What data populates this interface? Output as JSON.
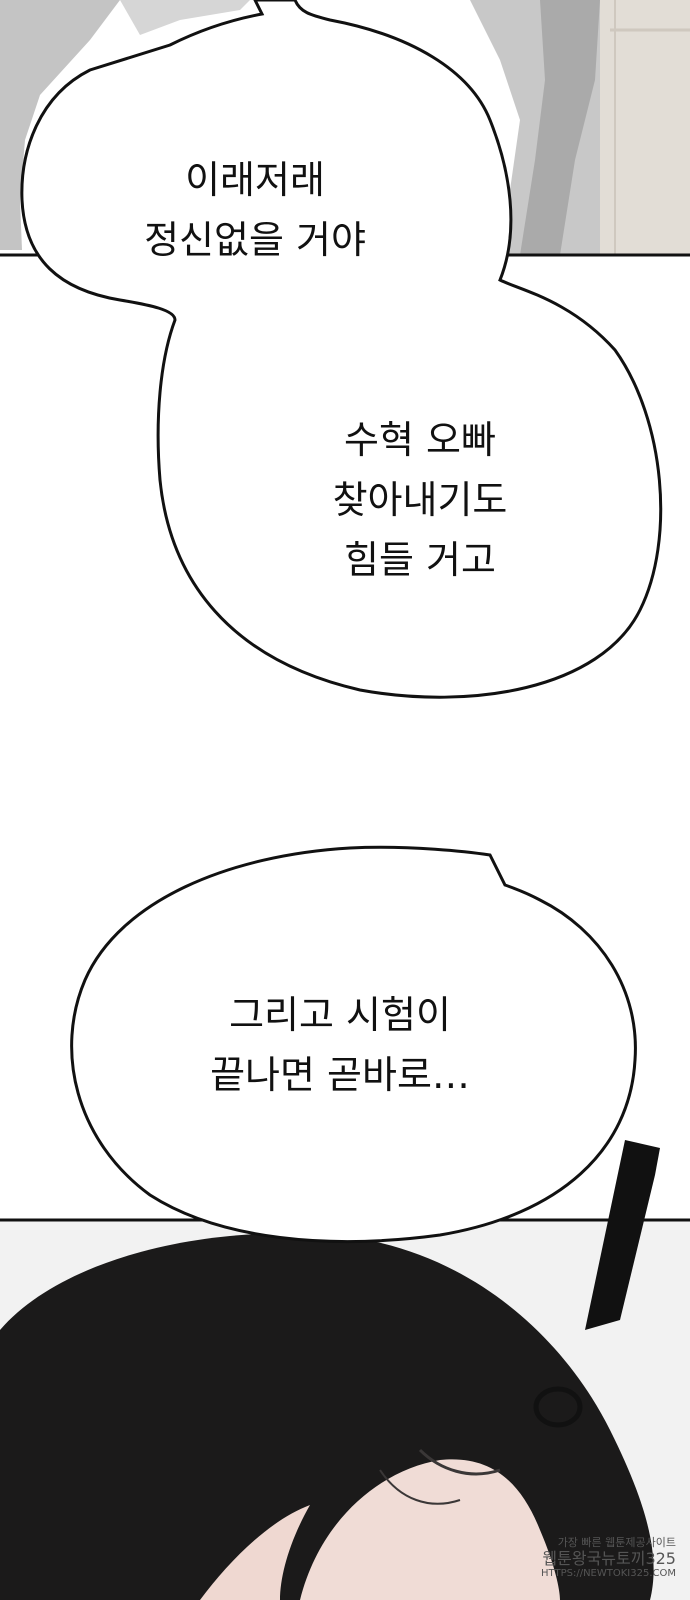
{
  "colors": {
    "background": "#ffffff",
    "panel_gray": "#bdbdbd",
    "hair_black": "#1b1a1a",
    "skin": "#f0dcd6",
    "ink": "#111111"
  },
  "panel_top": {
    "bubble_1": {
      "lines": [
        "이래저래",
        "정신없을 거야"
      ]
    },
    "bubble_2": {
      "lines": [
        "수혁 오빠",
        "찾아내기도",
        "힘들 거고"
      ]
    }
  },
  "panel_bottom": {
    "bubble_3": {
      "lines": [
        "그리고 시험이",
        "끝나면 곧바로…"
      ]
    }
  },
  "watermark": {
    "line_1": "가장 빠른 웹툰제공사이트",
    "line_2": "웹툰왕국뉴토끼325",
    "line_3": "HTTPS://NEWTOKI325.COM"
  }
}
